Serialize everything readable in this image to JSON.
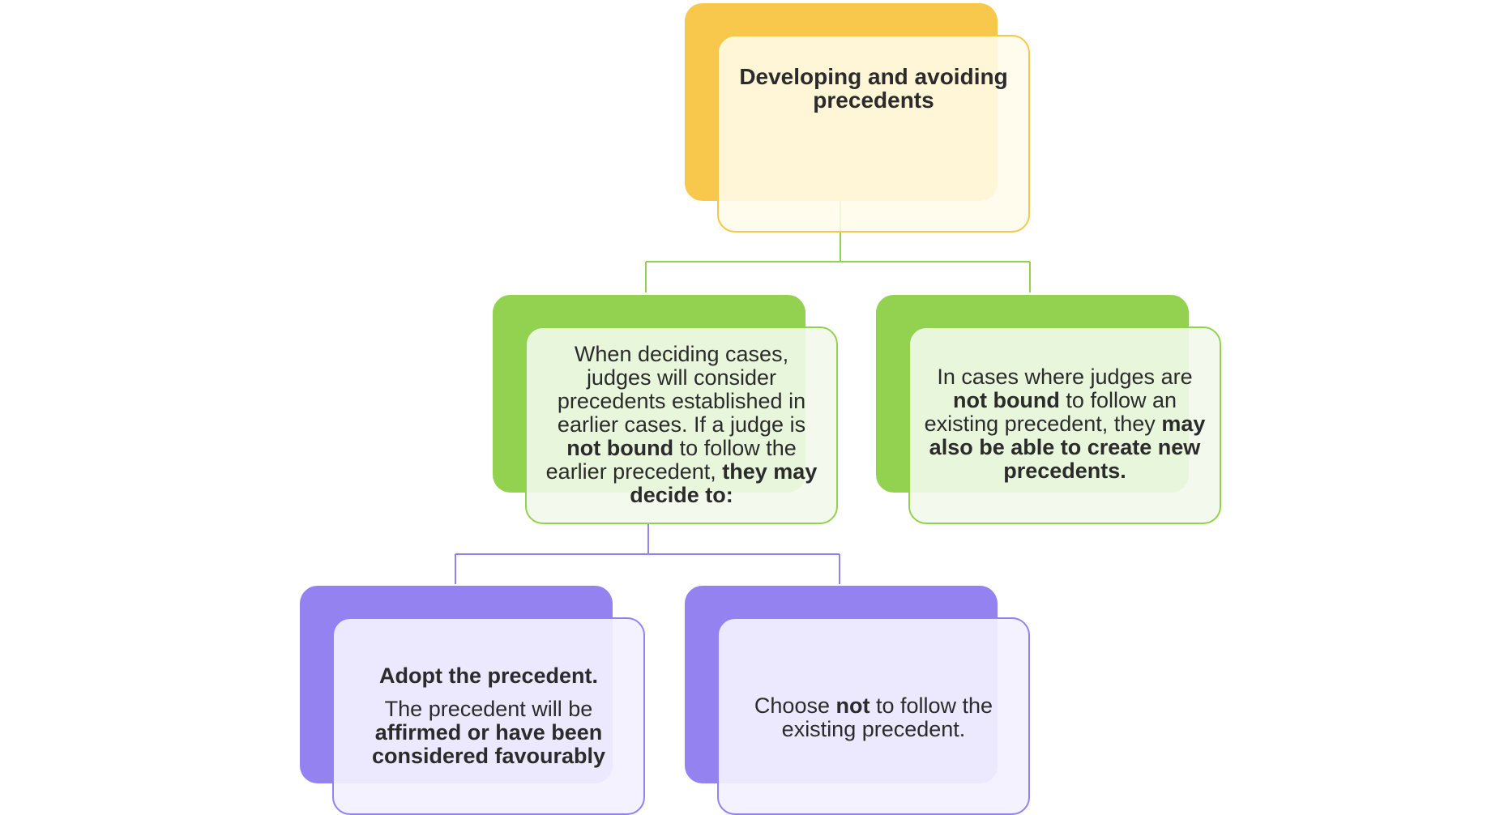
{
  "diagram": {
    "root": {
      "title": "Developing and avoiding precedents"
    },
    "decide": {
      "part1": "When deciding cases, judges will consider precedents established in earlier cases. If a judge is ",
      "bold1": "not bound",
      "part2": " to follow the earlier precedent, ",
      "bold2": "they may decide to:"
    },
    "create": {
      "part1": "In cases where judges are ",
      "bold1": "not bound",
      "part2": " to follow an existing precedent, they ",
      "bold2": "may also be able to create new precedents."
    },
    "adopt": {
      "lead": "Adopt the precedent.",
      "part1": "The precedent will be ",
      "bold1": "affirmed or have been considered favourably"
    },
    "choose": {
      "part1": "Choose ",
      "bold1": "not",
      "part2": " to follow the existing precedent."
    }
  },
  "colors": {
    "yellow": "#f8c84c",
    "green": "#93d151",
    "purple": "#9382f0"
  }
}
